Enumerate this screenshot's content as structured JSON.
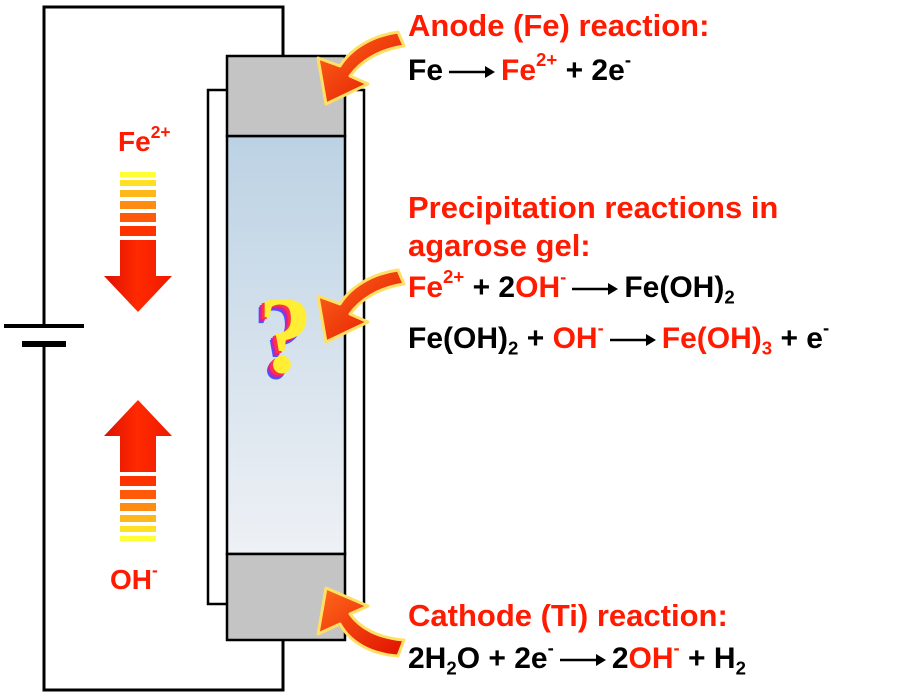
{
  "left": {
    "fe_ion": "Fe",
    "fe_charge": "2+",
    "oh_ion": "OH",
    "oh_charge": "-"
  },
  "cell": {
    "question_mark": "?"
  },
  "anode": {
    "title": "Anode (Fe) reaction:",
    "eq": {
      "r": "Fe",
      "p1": "Fe",
      "p1_sup": "2+",
      "plus": "+ 2e",
      "e_sup": "-"
    }
  },
  "precip": {
    "title_line1": "Precipitation reactions in",
    "title_line2": "agarose gel:",
    "eq1": {
      "r1": "Fe",
      "r1_sup": "2+",
      "plus_2": "+ 2",
      "r2": "OH",
      "r2_sup": "-",
      "p": "Fe(OH)",
      "p_sub": "2"
    },
    "eq2": {
      "r1": "Fe(OH)",
      "r1_sub": "2",
      "plus": "+",
      "r2": "OH",
      "r2_sup": "-",
      "p": "Fe(OH)",
      "p_sub": "3",
      "tail": "+ e",
      "tail_sup": "-"
    }
  },
  "cathode": {
    "title": "Cathode (Ti) reaction:",
    "eq": {
      "r1": "2H",
      "r1_sub": "2",
      "r1b": "O + 2e",
      "r1_sup": "-",
      "p_coef": "2",
      "p": "OH",
      "p_sup": "-",
      "tail": "+ H",
      "tail_sub": "2"
    }
  }
}
